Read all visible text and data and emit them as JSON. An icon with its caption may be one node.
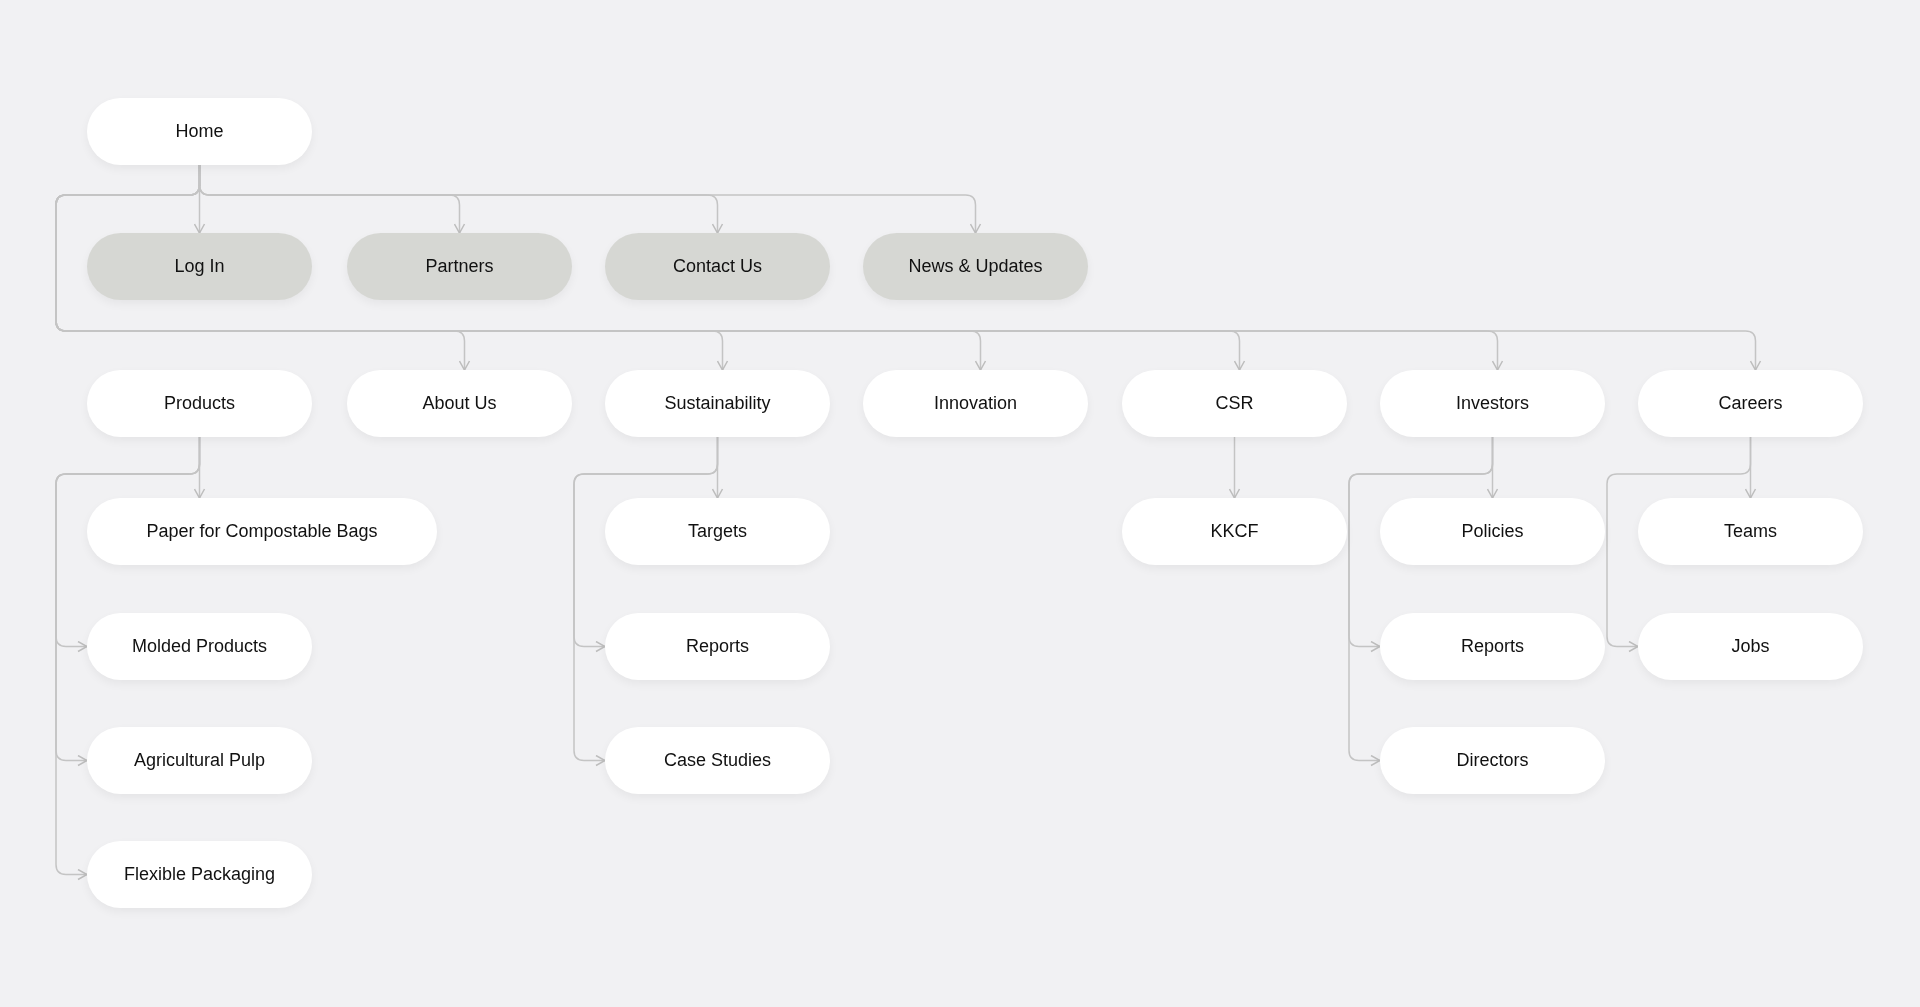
{
  "diagram": {
    "nodes": [
      {
        "text": [
          "Home"
        ]
      },
      {
        "text": [
          "Log In"
        ]
      },
      {
        "text": [
          "Partners"
        ]
      },
      {
        "text": [
          "Contact Us"
        ]
      },
      {
        "text": [
          "News & Updates"
        ]
      },
      {
        "text": [
          "Products"
        ]
      },
      {
        "text": [
          "About Us"
        ]
      },
      {
        "text": [
          "Sustainability"
        ]
      },
      {
        "text": [
          "Innovation"
        ]
      },
      {
        "text": [
          "CSR"
        ]
      },
      {
        "text": [
          "Investors"
        ]
      },
      {
        "text": [
          "Careers"
        ]
      },
      {
        "text": [
          "Paper for Compostable Bags"
        ]
      },
      {
        "text": [
          "Molded Products"
        ]
      },
      {
        "text": [
          "Agricultural Pulp"
        ]
      },
      {
        "text": [
          "Flexible Packaging"
        ]
      },
      {
        "text": [
          "Targets"
        ]
      },
      {
        "text": [
          "Reports"
        ]
      },
      {
        "text": [
          "Case Studies"
        ]
      },
      {
        "text": [
          "KKCF"
        ]
      },
      {
        "text": [
          "Policies"
        ]
      },
      {
        "text": [
          "Reports"
        ]
      },
      {
        "text": [
          "Directors"
        ]
      },
      {
        "text": [
          "Teams"
        ]
      },
      {
        "text": [
          "Jobs"
        ]
      }
    ],
    "edges": [
      {
        "from": 0,
        "to": 1,
        "arrow": "to"
      },
      {
        "from": 0,
        "to": 2,
        "arrow": "to"
      },
      {
        "from": 0,
        "to": 3,
        "arrow": "to"
      },
      {
        "from": 0,
        "to": 4,
        "arrow": "to"
      },
      {
        "from": 0,
        "to": 6,
        "arrow": "to"
      },
      {
        "from": 0,
        "to": 7,
        "arrow": "to"
      },
      {
        "from": 0,
        "to": 8,
        "arrow": "to"
      },
      {
        "from": 0,
        "to": 9,
        "arrow": "to"
      },
      {
        "from": 0,
        "to": 10,
        "arrow": "to"
      },
      {
        "from": 0,
        "to": 11,
        "arrow": "to"
      },
      {
        "from": 5,
        "to": 12,
        "arrow": "to"
      },
      {
        "from": 5,
        "to": 13,
        "arrow": "to"
      },
      {
        "from": 5,
        "to": 14,
        "arrow": "to"
      },
      {
        "from": 5,
        "to": 15,
        "arrow": "to"
      },
      {
        "from": 7,
        "to": 16,
        "arrow": "to"
      },
      {
        "from": 7,
        "to": 17,
        "arrow": "to"
      },
      {
        "from": 7,
        "to": 18,
        "arrow": "to"
      },
      {
        "from": 9,
        "to": 19,
        "arrow": "to"
      },
      {
        "from": 10,
        "to": 20,
        "arrow": "to"
      },
      {
        "from": 10,
        "to": 21,
        "arrow": "to"
      },
      {
        "from": 10,
        "to": 22,
        "arrow": "to"
      },
      {
        "from": 11,
        "to": 23,
        "arrow": "to"
      },
      {
        "from": 11,
        "to": 24,
        "arrow": "to"
      }
    ]
  }
}
